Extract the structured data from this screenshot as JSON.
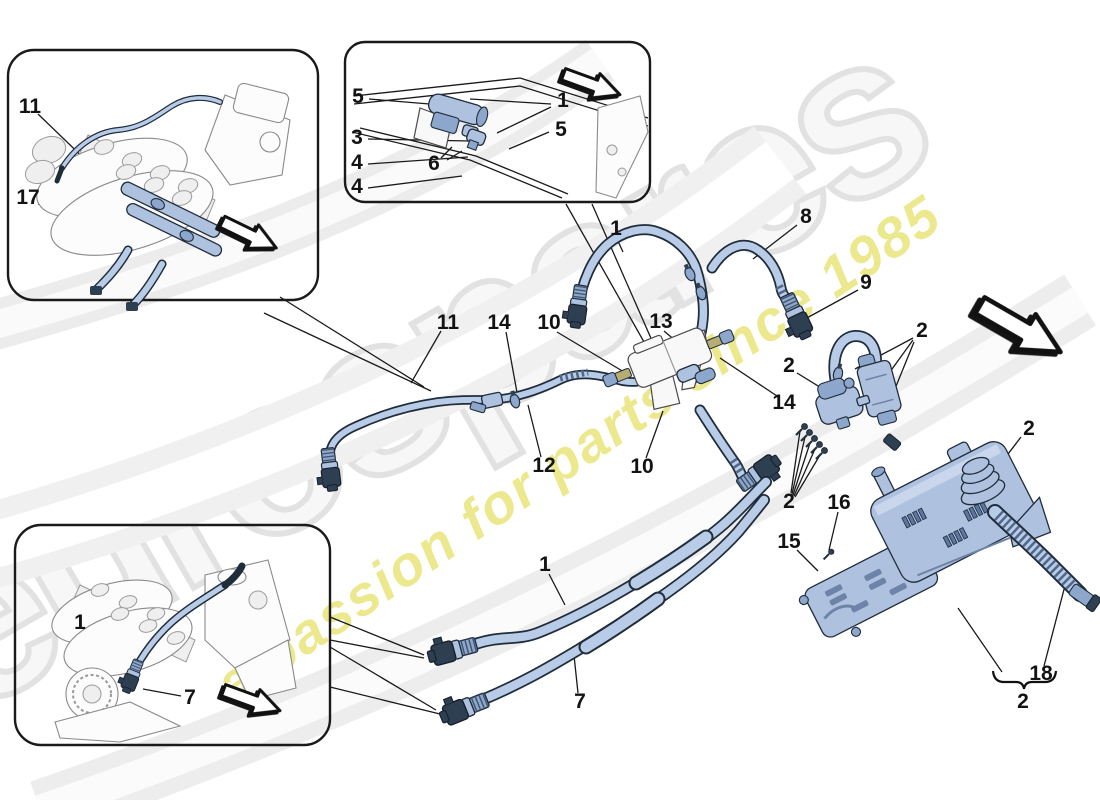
{
  "watermark": {
    "brand": "eurospares",
    "tagline": "a passion for parts since 1985",
    "brand_color": "#e2e2e2",
    "tagline_color": "#e7e26f"
  },
  "diagram": {
    "hose_color": "#b8cbe7",
    "component_color": "#aec2e0",
    "outline_color": "#1f2c3a"
  },
  "callouts": [
    {
      "text": "11"
    },
    {
      "text": "17"
    },
    {
      "text": "5"
    },
    {
      "text": "1"
    },
    {
      "text": "3"
    },
    {
      "text": "5"
    },
    {
      "text": "4"
    },
    {
      "text": "6"
    },
    {
      "text": "4"
    },
    {
      "text": "1"
    },
    {
      "text": "8"
    },
    {
      "text": "9"
    },
    {
      "text": "2"
    },
    {
      "text": "2"
    },
    {
      "text": "11"
    },
    {
      "text": "14"
    },
    {
      "text": "10"
    },
    {
      "text": "13"
    },
    {
      "text": "14"
    },
    {
      "text": "2"
    },
    {
      "text": "12"
    },
    {
      "text": "10"
    },
    {
      "text": "2"
    },
    {
      "text": "16"
    },
    {
      "text": "15"
    },
    {
      "text": "1"
    },
    {
      "text": "7"
    },
    {
      "text": "18"
    },
    {
      "text": "2"
    },
    {
      "text": "1"
    },
    {
      "text": "7"
    }
  ]
}
